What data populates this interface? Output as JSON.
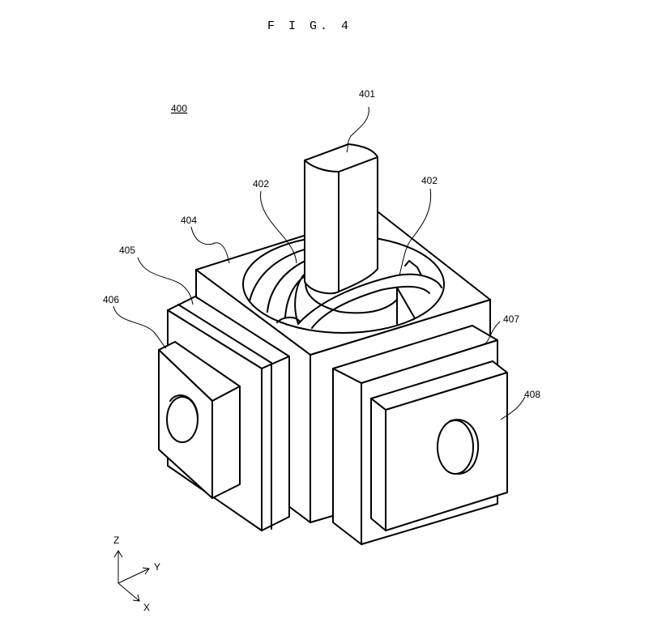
{
  "figure": {
    "title": "F I G. 4",
    "assembly_ref": "400"
  },
  "labels": {
    "shaft": "401",
    "groove_left": "402",
    "groove_right": "402",
    "housing": "404",
    "left_block": "405",
    "left_plate": "406",
    "right_block": "407",
    "right_plate": "408"
  },
  "axes": {
    "z": "Z",
    "y": "Y",
    "x": "X"
  }
}
